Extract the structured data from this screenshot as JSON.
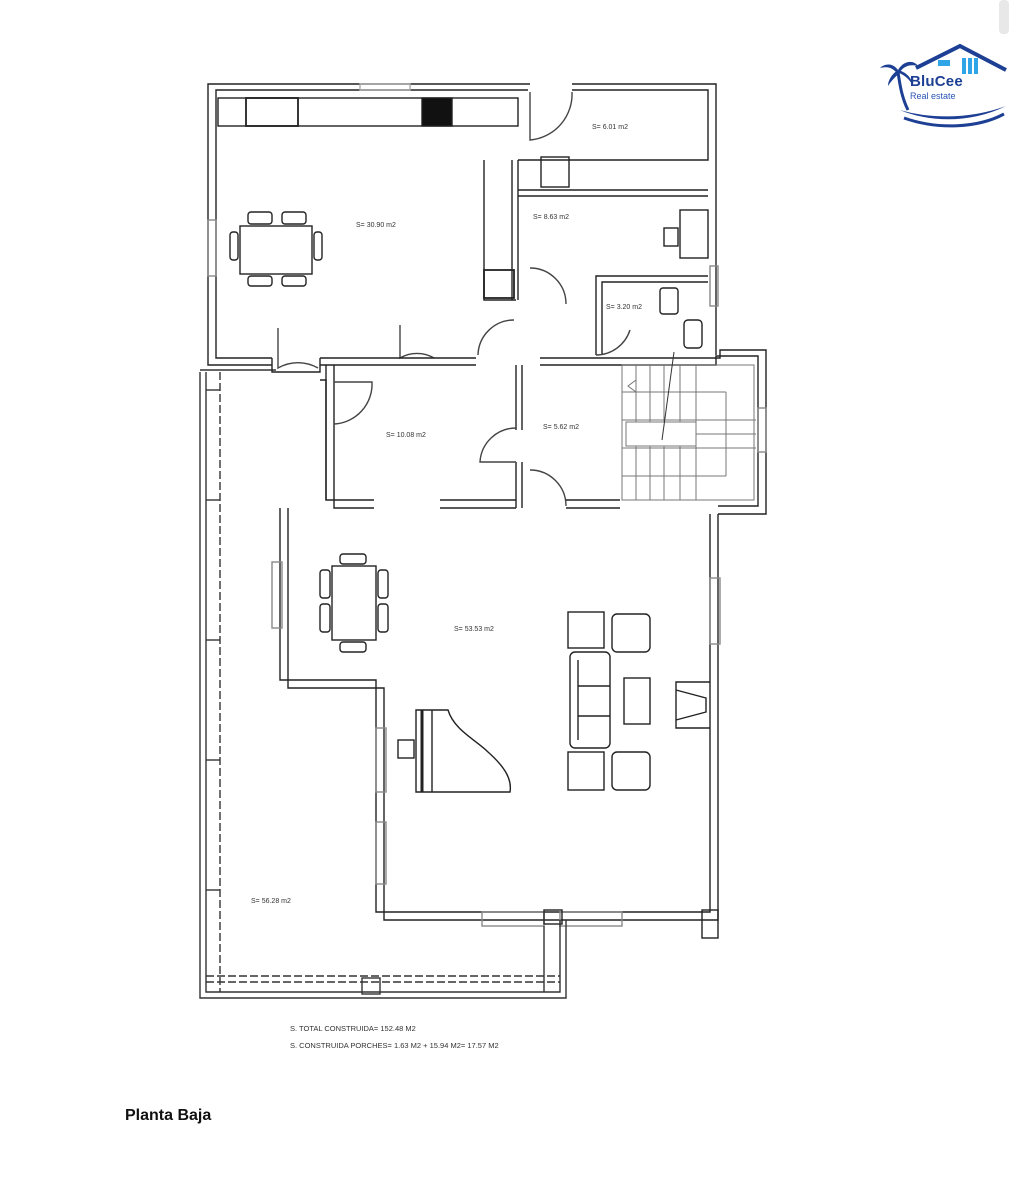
{
  "logo": {
    "brand": "BluCee",
    "tagline": "Real estate",
    "colors": {
      "primary": "#1d3f94",
      "accent": "#2fa4e7"
    }
  },
  "plan": {
    "rooms": [
      {
        "id": "kitchen",
        "label": "S= 30.90 m2"
      },
      {
        "id": "laundry",
        "label": "S= 6.01 m2"
      },
      {
        "id": "office",
        "label": "S= 8.63 m2"
      },
      {
        "id": "wc",
        "label": "S= 3.20 m2"
      },
      {
        "id": "hall",
        "label": "S= 10.08 m2"
      },
      {
        "id": "distributor",
        "label": "S= 5.62 m2"
      },
      {
        "id": "living",
        "label": "S= 53.53 m2"
      },
      {
        "id": "porch",
        "label": "S= 56.28 m2"
      }
    ],
    "summary": [
      "S. TOTAL CONSTRUIDA= 152.48 M2",
      "S. CONSTRUIDA PORCHES= 1.63 M2 + 15.94 M2= 17.57 M2"
    ]
  },
  "caption": "Planta Baja"
}
